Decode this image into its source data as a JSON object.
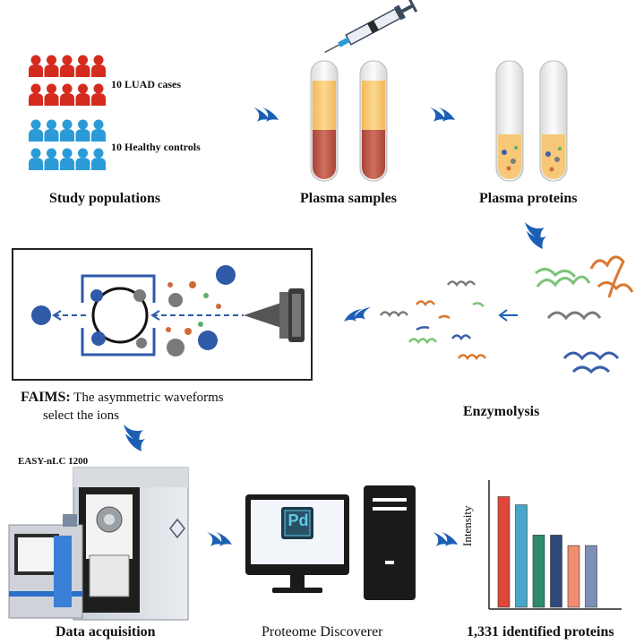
{
  "populations": {
    "cases_label": "10 LUAD cases",
    "controls_label": "10 Healthy controls",
    "title": "Study populations",
    "case_color": "#d42b1e",
    "control_color": "#2b9bd8"
  },
  "plasma_samples": {
    "title": "Plasma samples"
  },
  "plasma_proteins": {
    "title": "Plasma proteins"
  },
  "enzymolysis": {
    "title": "Enzymolysis"
  },
  "faims": {
    "title_bold": "FAIMS:",
    "desc_line1": " The asymmetric waveforms",
    "desc_line2": "select the ions"
  },
  "instrument": {
    "name": "EASY-nLC 1200"
  },
  "data_acquisition": {
    "title": "Data acquisition"
  },
  "software": {
    "title": "Proteome Discoverer",
    "logo_text": "Pd"
  },
  "result": {
    "title": "1,331 identified proteins"
  },
  "chart_data": {
    "type": "bar",
    "ylabel": "Intensity",
    "values": [
      0.95,
      0.88,
      0.62,
      0.62,
      0.53,
      0.53
    ],
    "colors": [
      "#e0473a",
      "#4aa6c8",
      "#2e8a6a",
      "#2f4a7a",
      "#ee8e6e",
      "#7e8fb8"
    ]
  },
  "colors": {
    "arrow": "#1a5fb4",
    "plasma": "#c0574c",
    "serum": "#f6c36a"
  }
}
